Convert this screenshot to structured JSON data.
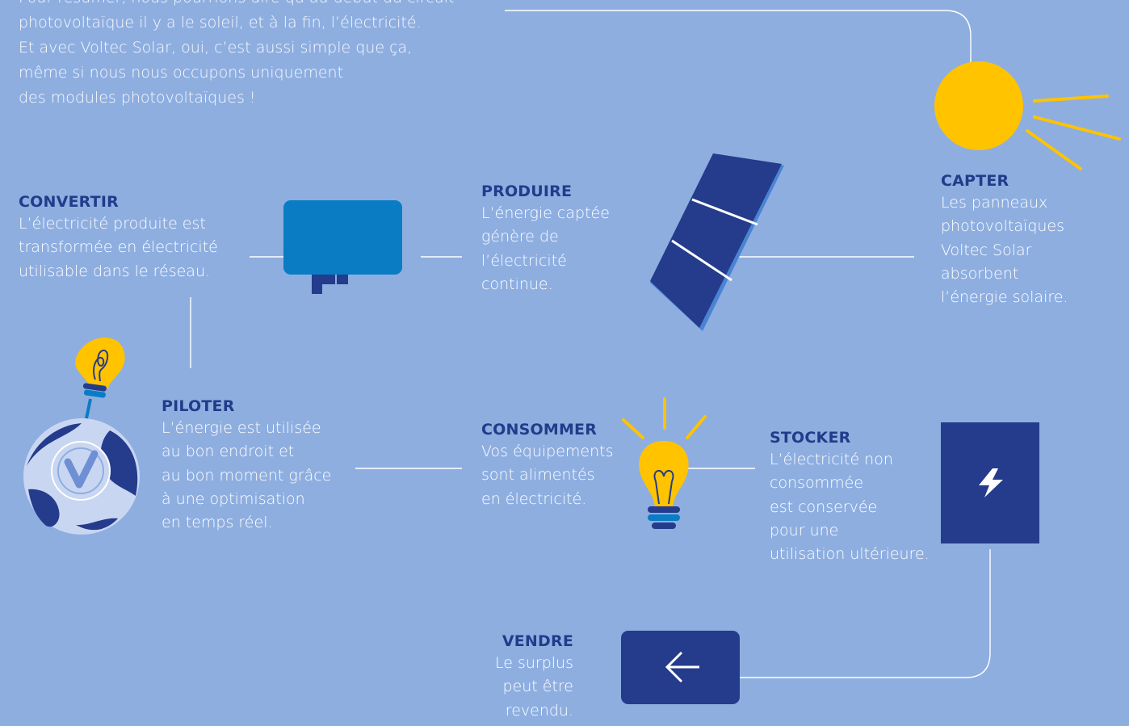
{
  "intro": {
    "lines": [
      "Pour résumer, nous pourrions dire qu’au début du circuit",
      "photovoltaïque il y a le soleil, et à la fin, l’électricité.",
      "Et avec Voltec Solar, oui, c’est aussi simple que ça,",
      "même si nous nous occupons uniquement",
      "des modules photovoltaïques !"
    ]
  },
  "steps": {
    "capter": {
      "title": "CAPTER",
      "lines": [
        "Les panneaux",
        "photovoltaïques",
        "Voltec Solar",
        "absorbent",
        "l’énergie solaire."
      ]
    },
    "produire": {
      "title": "PRODUIRE",
      "lines": [
        "L’énergie captée",
        "génère de",
        "l’électricité",
        "continue."
      ]
    },
    "convertir": {
      "title": "CONVERTIR",
      "lines": [
        "L’électricité produite est",
        "transformée en électricité",
        "utilisable dans le réseau."
      ]
    },
    "piloter": {
      "title": "PILOTER",
      "lines": [
        "L’énergie est utilisée",
        "au bon endroit et",
        "au bon moment grâce",
        "à une optimisation",
        "en temps réel."
      ]
    },
    "consommer": {
      "title": "CONSOMMER",
      "lines": [
        "Vos équipements",
        "sont alimentés",
        "en électricité."
      ]
    },
    "stocker": {
      "title": "STOCKER",
      "lines": [
        "L’électricité non",
        "consommée",
        "est conservée",
        "pour une",
        "utilisation ultérieure."
      ]
    },
    "vendre": {
      "title": "VENDRE",
      "lines": [
        "Le surplus",
        "peut être",
        "revendu."
      ]
    }
  },
  "icons": {
    "sun": "sun-icon",
    "panel": "solar-panel-icon",
    "inverter": "inverter-icon",
    "globe": "globe-check-icon",
    "bulb": "light-bulb-icon",
    "battery": "battery-bolt-icon",
    "sell": "arrow-left-icon"
  },
  "colors": {
    "background": "#8EAEE0",
    "navy": "#213C8A",
    "blue": "#0A7CC4",
    "yellow": "#FFC300",
    "white": "#FFFFFF"
  }
}
